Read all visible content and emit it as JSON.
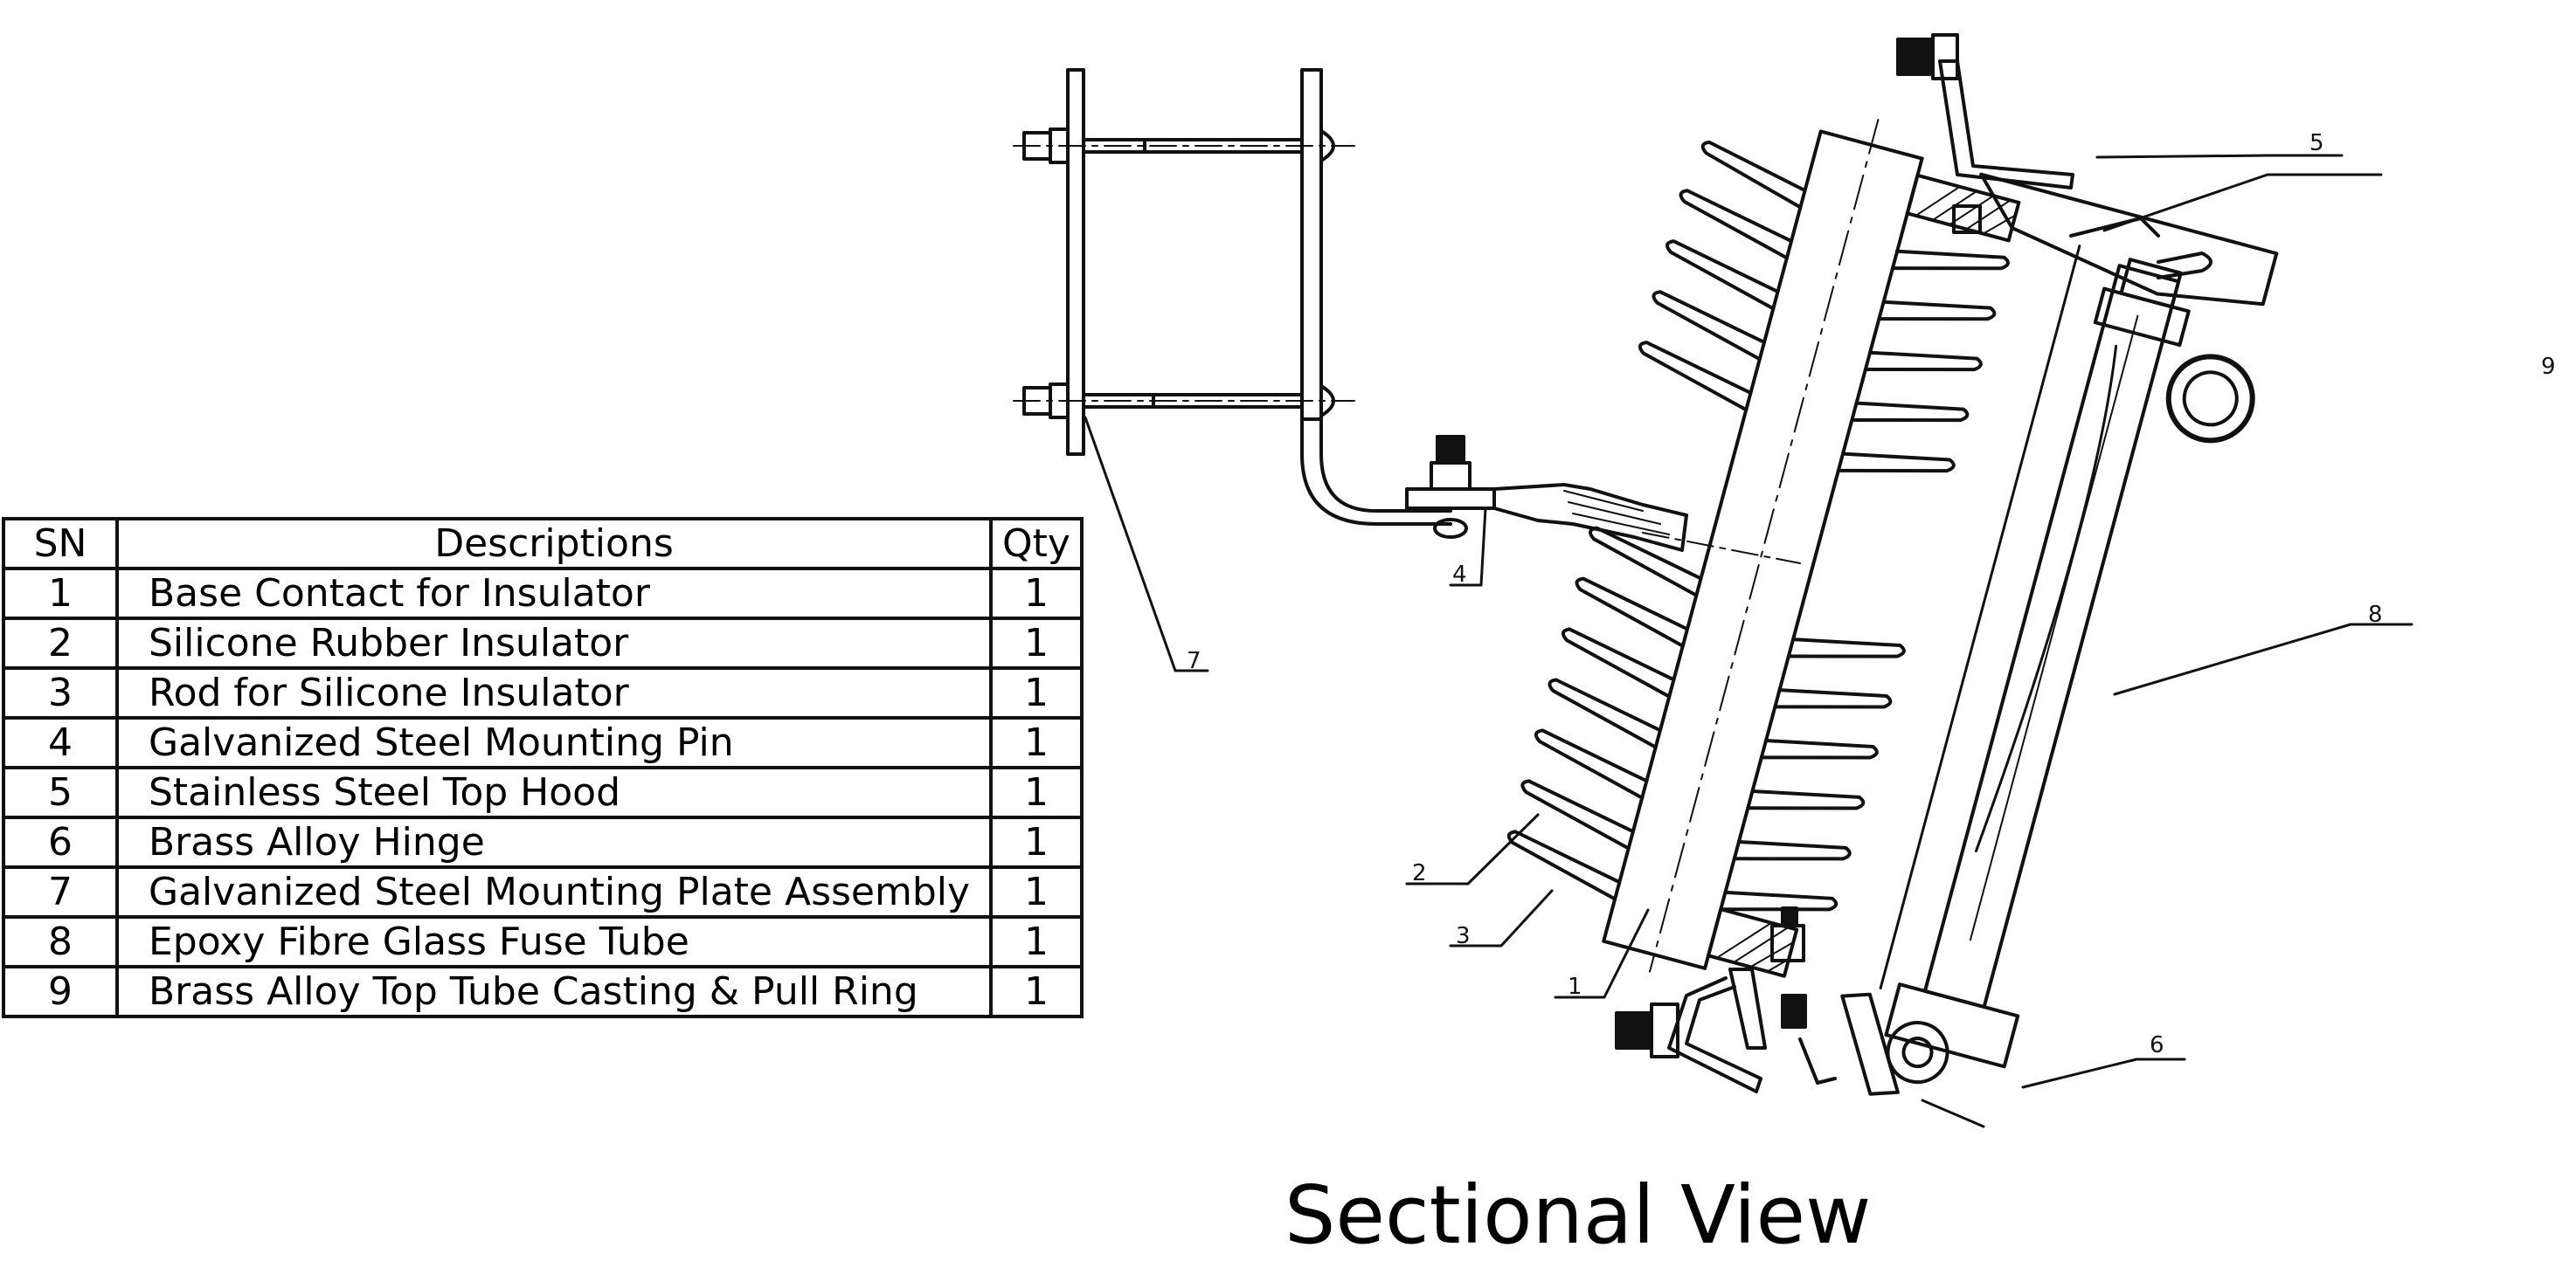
{
  "table": {
    "headers": {
      "sn": "SN",
      "description": "Descriptions",
      "qty": "Qty"
    },
    "rows": [
      {
        "sn": "1",
        "description": "Base Contact for Insulator",
        "qty": "1"
      },
      {
        "sn": "2",
        "description": "Silicone Rubber Insulator",
        "qty": "1"
      },
      {
        "sn": "3",
        "description": "Rod for Silicone Insulator",
        "qty": "1"
      },
      {
        "sn": "4",
        "description": "Galvanized Steel Mounting Pin",
        "qty": "1"
      },
      {
        "sn": "5",
        "description": "Stainless Steel Top Hood",
        "qty": "1"
      },
      {
        "sn": "6",
        "description": "Brass Alloy Hinge",
        "qty": "1"
      },
      {
        "sn": "7",
        "description": "Galvanized Steel Mounting Plate Assembly",
        "qty": "1"
      },
      {
        "sn": "8",
        "description": "Epoxy Fibre Glass Fuse Tube",
        "qty": "1"
      },
      {
        "sn": "9",
        "description": "Brass Alloy Top Tube Casting & Pull Ring",
        "qty": "1"
      }
    ]
  },
  "callouts": {
    "c1": "1",
    "c2": "2",
    "c3": "3",
    "c4": "4",
    "c5": "5",
    "c6": "6",
    "c7": "7",
    "c8": "8",
    "c9": "9"
  },
  "caption": "Sectional View",
  "colors": {
    "line": "#111111",
    "background": "#ffffff"
  }
}
